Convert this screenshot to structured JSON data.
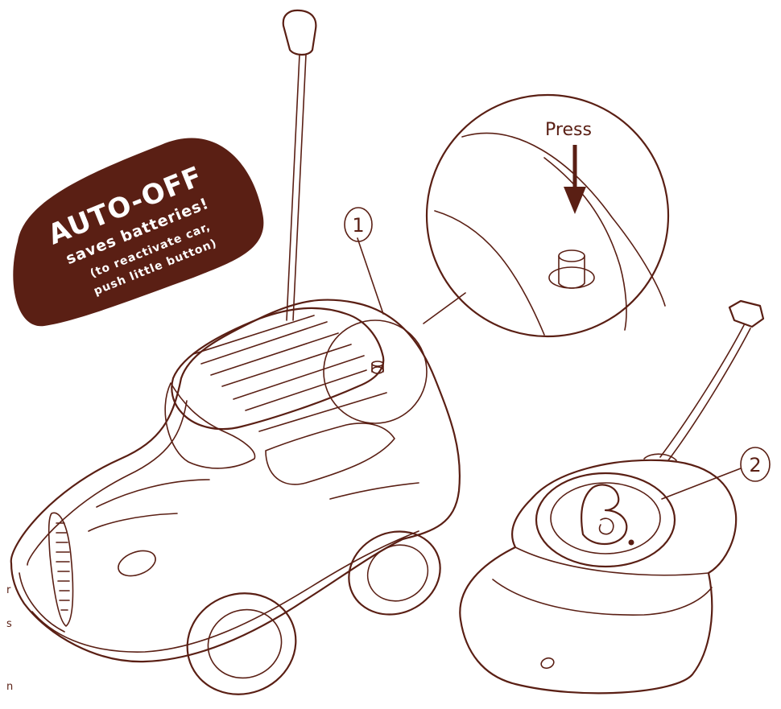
{
  "colors": {
    "ink": "#5a1f14",
    "badge_fill": "#5a1f14",
    "badge_text": "#ffffff",
    "background": "#ffffff"
  },
  "badge": {
    "title": "AUTO-OFF",
    "line1": "saves batteries!",
    "line2": "(to reactivate car,",
    "line3": "push little button)"
  },
  "zoom": {
    "press_label": "Press"
  },
  "callouts": [
    {
      "number": "1",
      "target": "auto-off button on car roof"
    },
    {
      "number": "2",
      "target": "remote controller button"
    }
  ],
  "remote": {
    "logo": "B."
  },
  "edge_fragments": [
    "r",
    "s",
    "n"
  ]
}
